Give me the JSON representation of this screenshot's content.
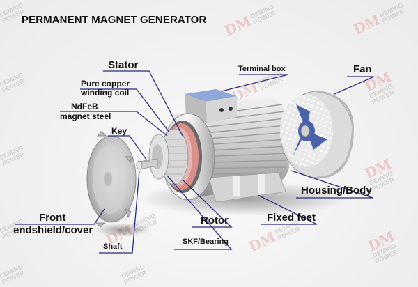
{
  "title": "PERMANENT MAGNET GENERATOR",
  "watermark": {
    "brand_line1": "DEMING",
    "brand_line2": "POWER",
    "logo": "DM"
  },
  "colors": {
    "leader_line": "#2b2a7a",
    "terminal_box_top": "#8fa8d8",
    "fan_blade": "#4a62a8",
    "copper_ring": "#d9908a",
    "metal": "#c8c8c8"
  },
  "labels": {
    "stator": "Stator",
    "pure_copper_line1": "Pure copper",
    "pure_copper_line2": "winding coil",
    "ndfeb_line1": "NdFeB",
    "ndfeb_line2": "magnet steel",
    "key": "Key",
    "front_line1": "Front",
    "front_line2": "endshield/cover",
    "shaft": "Shaft",
    "skf_bearing": "SKF/Bearing",
    "rotor": "Rotor",
    "fixed_feet": "Fixed feet",
    "housing_body": "Housing/Body",
    "terminal_box": "Terminal box",
    "fan": "Fan"
  }
}
